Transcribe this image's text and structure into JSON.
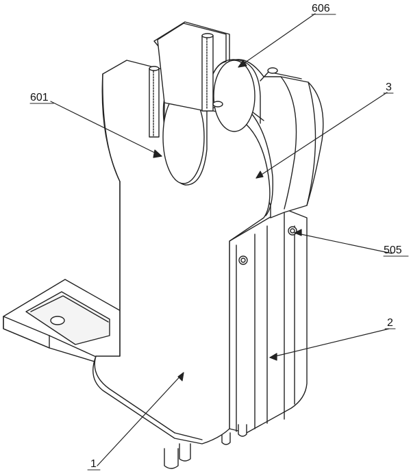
{
  "labels": {
    "l606": "606",
    "l601": "601",
    "l3": "3",
    "l505": "505",
    "l2": "2",
    "l1": "1"
  },
  "colors": {
    "stroke": "#222222",
    "fill": "#ffffff",
    "shade": "#f2f2f2"
  }
}
